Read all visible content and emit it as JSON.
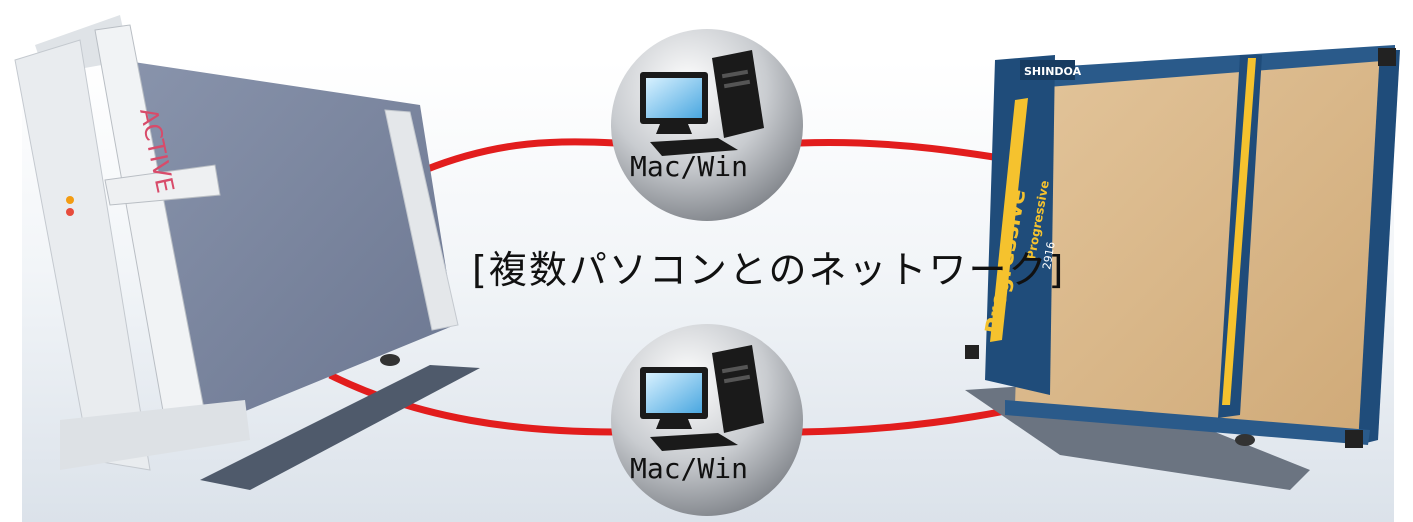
{
  "network": {
    "label": "[複数パソコンとのネットワーク]",
    "line_color": "#e21d1d"
  },
  "nodes": [
    {
      "icon": "desktop-computer-icon",
      "label": "Mac/Win"
    },
    {
      "icon": "desktop-computer-icon",
      "label": "Mac/Win"
    }
  ],
  "left_machine": {
    "brand_text": "ACTIVE",
    "icon": "cutting-plotter-active-illustration"
  },
  "right_machine": {
    "brand_text": "SHINDOA",
    "model_text": "Progressive",
    "model_number": "2916",
    "icon": "cutting-plotter-progressive-illustration"
  },
  "colors": {
    "right_frame": "#1f4c7a",
    "right_accent": "#f5c22e",
    "right_board": "#dcb889",
    "left_board": "#7e8aa3",
    "left_frame": "#e9ecef"
  }
}
